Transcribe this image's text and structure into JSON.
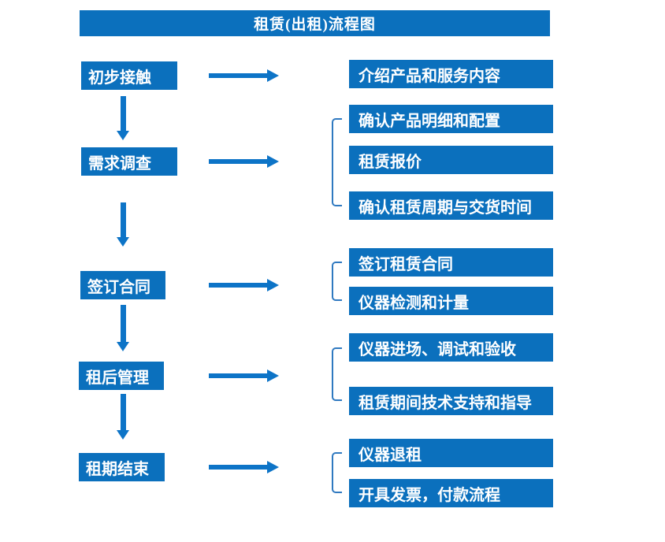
{
  "title": "租赁(出租)流程图",
  "colors": {
    "accent": "#0b70bd",
    "arrow": "#0d74c7",
    "bracket": "#2f79c0",
    "text_on_accent": "#ffffff",
    "background": "#ffffff"
  },
  "steps": [
    {
      "label": "初步接触",
      "outputs": [
        "介绍产品和服务内容"
      ]
    },
    {
      "label": "需求调查",
      "outputs": [
        "确认产品明细和配置",
        "租赁报价",
        "确认租赁周期与交货时间"
      ]
    },
    {
      "label": "签订合同",
      "outputs": [
        "签订租赁合同",
        "仪器检测和计量"
      ]
    },
    {
      "label": "租后管理",
      "outputs": [
        "仪器进场、调试和验收",
        "租赁期间技术支持和指导"
      ]
    },
    {
      "label": "租期结束",
      "outputs": [
        "仪器退租",
        "开具发票，付款流程"
      ]
    }
  ]
}
